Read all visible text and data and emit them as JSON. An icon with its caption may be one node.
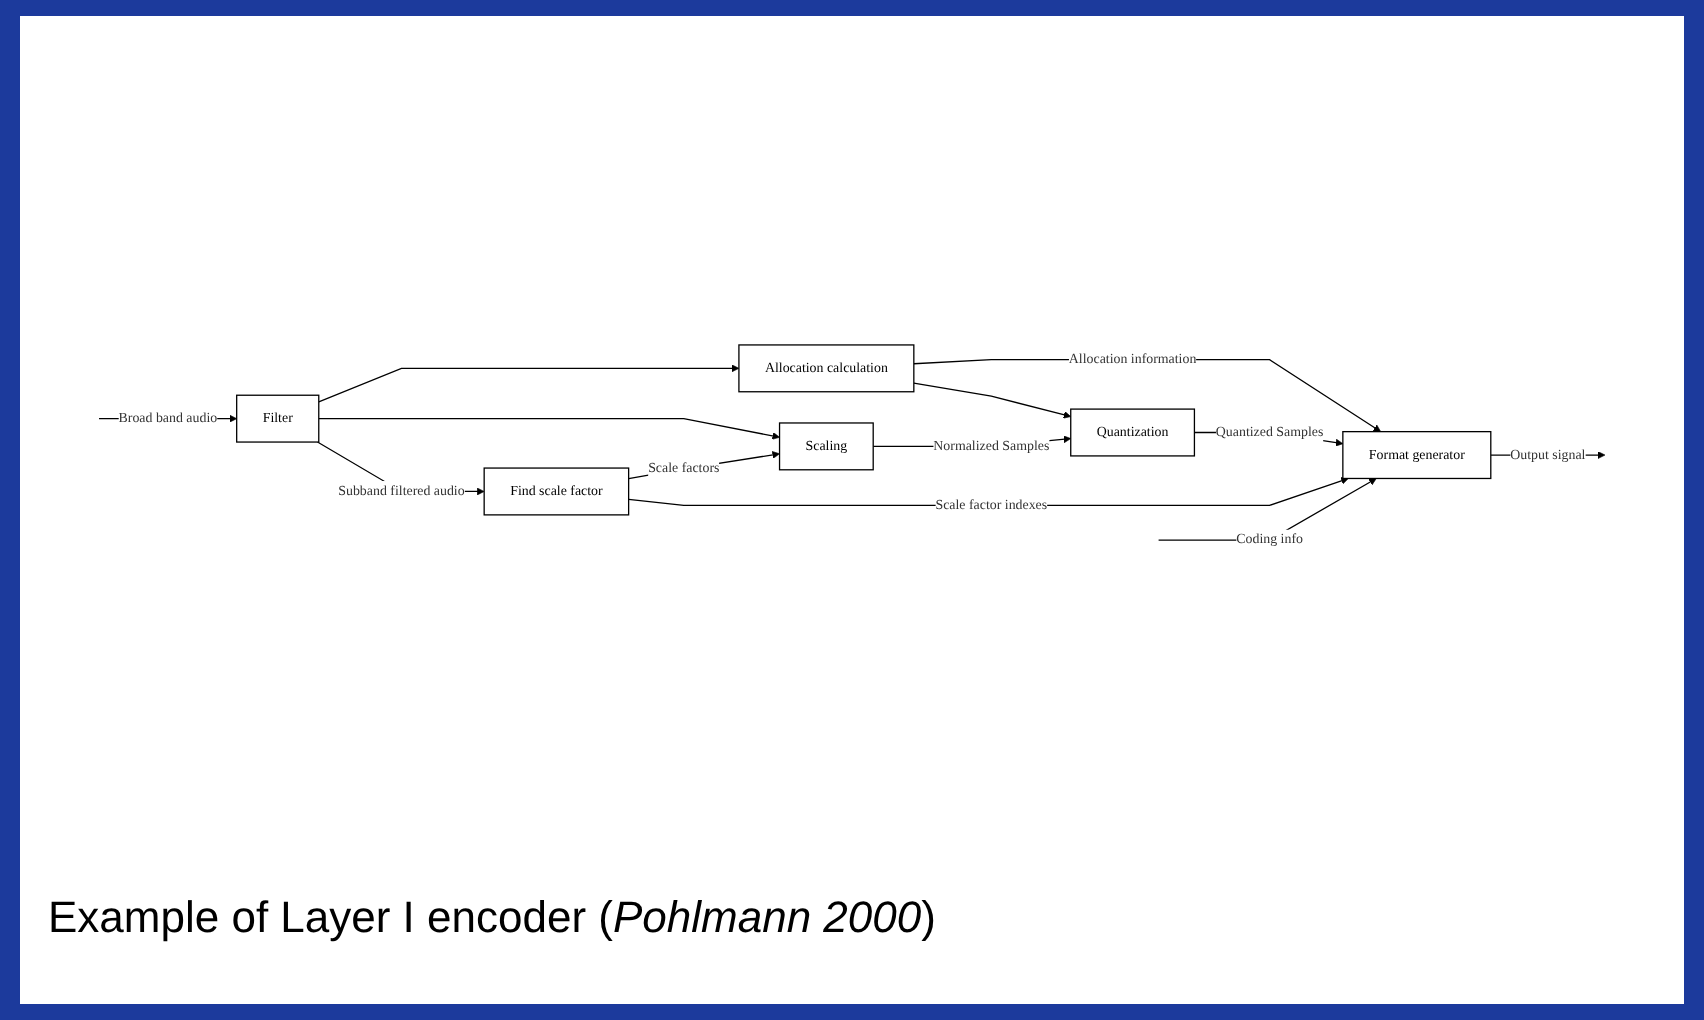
{
  "diagram": {
    "caption": "Example of Layer I encoder (*Pohlmann 2000*)",
    "nodes": [
      {
        "text": [
          "Filter"
        ]
      },
      {
        "text": [
          "Allocation calculation"
        ]
      },
      {
        "text": [
          "Scaling"
        ]
      },
      {
        "text": [
          "Find scale factor"
        ]
      },
      {
        "text": [
          "Quantization"
        ]
      },
      {
        "text": [
          "Format generator"
        ]
      }
    ],
    "edges": [
      {
        "from": null,
        "to": 0,
        "arrow": "to",
        "label": "Broad band audio"
      },
      {
        "from": 0,
        "to": 1,
        "arrow": "to"
      },
      {
        "from": 0,
        "to": 2,
        "arrow": "to"
      },
      {
        "from": 0,
        "to": 3,
        "arrow": "to",
        "label": "Subband filtered audio"
      },
      {
        "from": 1,
        "to": 5,
        "arrow": "to",
        "label": "Allocation information"
      },
      {
        "from": 1,
        "to": 4,
        "arrow": "to"
      },
      {
        "from": 2,
        "to": 4,
        "arrow": "to",
        "label": "Normalized Samples"
      },
      {
        "from": 3,
        "to": 2,
        "arrow": "to",
        "label": "Scale factors"
      },
      {
        "from": 4,
        "to": 5,
        "arrow": "to",
        "label": "Quantized Samples"
      },
      {
        "from": 3,
        "to": 5,
        "arrow": "to",
        "label": "Scale factor indexes"
      },
      {
        "from": 5,
        "to": null,
        "arrow": "to",
        "label": "Output signal"
      },
      {
        "from": null,
        "to": 5,
        "arrow": "to",
        "label": "Coding info"
      }
    ]
  }
}
